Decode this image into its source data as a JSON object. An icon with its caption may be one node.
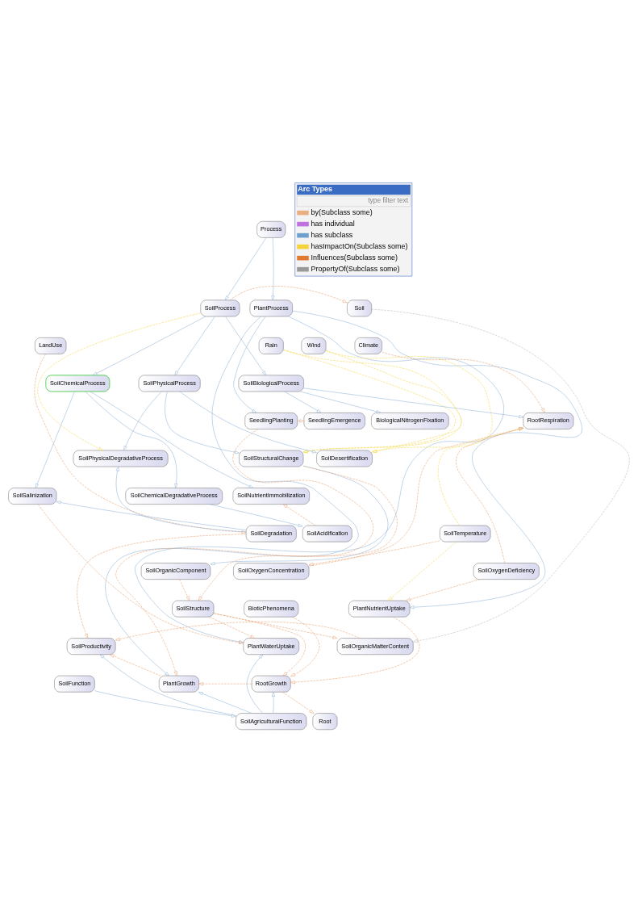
{
  "diagram": {
    "nodes": [
      {
        "text": [
          "Process"
        ]
      },
      {
        "text": [
          "PlantProcess"
        ]
      },
      {
        "text": [
          "SoilProcess"
        ]
      },
      {
        "text": [
          "Soil"
        ]
      },
      {
        "text": [
          "Rain"
        ]
      },
      {
        "text": [
          "Wind"
        ]
      },
      {
        "text": [
          "Climate"
        ]
      },
      {
        "text": [
          "SoilBiologicalProcess"
        ]
      },
      {
        "text": [
          "SoilPhysicalProcess"
        ]
      },
      {
        "text": [
          "SoilChemicalProcess"
        ]
      },
      {
        "text": [
          "SeedlingPlanting"
        ]
      },
      {
        "text": [
          "SeedlingEmergence"
        ]
      },
      {
        "text": [
          "BiologicalNitrogenFixation"
        ]
      },
      {
        "text": [
          "RootRespiration"
        ]
      },
      {
        "text": [
          "SoilStructuralChange"
        ]
      },
      {
        "text": [
          "SoilDesertification"
        ]
      },
      {
        "text": [
          "SoilPhysicalDegradativeProcess"
        ]
      },
      {
        "text": [
          "SoilNutrientImmobilization"
        ]
      },
      {
        "text": [
          "SoilSalinization"
        ]
      },
      {
        "text": [
          "SoilChemicalDegradativeProcess"
        ]
      },
      {
        "text": [
          "LandUse"
        ]
      },
      {
        "text": [
          "SoilTemperature"
        ]
      },
      {
        "text": [
          "SoilOxygenConcentration"
        ]
      },
      {
        "text": [
          "SoilOrganicComponent"
        ]
      },
      {
        "text": [
          "SoilDegradation"
        ]
      },
      {
        "text": [
          "SoilAcidification"
        ]
      },
      {
        "text": [
          "SoilOxygenDeficiency"
        ]
      },
      {
        "text": [
          "BioticPhenomena"
        ]
      },
      {
        "text": [
          "PlantNutrientUptake"
        ]
      },
      {
        "text": [
          "SoilStructure"
        ]
      },
      {
        "text": [
          "PlantWaterUptake"
        ]
      },
      {
        "text": [
          "SoilProductivity"
        ]
      },
      {
        "text": [
          "SoilOrganicMatterContent"
        ]
      },
      {
        "text": [
          "RootGrowth"
        ]
      },
      {
        "text": [
          "PlantGrowth"
        ]
      },
      {
        "text": [
          "SoilAgriculturalFunction"
        ]
      },
      {
        "text": [
          "SoilFunction"
        ]
      },
      {
        "text": [
          "Root"
        ]
      }
    ],
    "edges": [
      {
        "from": 0,
        "to": 1,
        "arrow": "to",
        "color": "#8fb4d6"
      },
      {
        "from": 0,
        "to": 2,
        "arrow": "to",
        "color": "#8fb4d6"
      },
      {
        "from": 2,
        "to": 3,
        "arrow": "to",
        "style": "dashed",
        "color": "#e8a070"
      },
      {
        "from": 2,
        "to": 7,
        "arrow": "to",
        "color": "#8fb4d6"
      },
      {
        "from": 2,
        "to": 8,
        "arrow": "to",
        "color": "#8fb4d6"
      },
      {
        "from": 2,
        "to": 9,
        "arrow": "to",
        "color": "#8fb4d6"
      },
      {
        "from": 1,
        "to": 10,
        "arrow": "to",
        "color": "#8fb4d6"
      },
      {
        "from": 1,
        "to": 34,
        "arrow": "to",
        "color": "#8fb4d6"
      },
      {
        "from": 1,
        "to": 30,
        "arrow": "to",
        "color": "#8fb4d6"
      },
      {
        "from": 1,
        "to": 28,
        "arrow": "to",
        "color": "#8fb4d6"
      },
      {
        "from": 7,
        "to": 11,
        "arrow": "to",
        "color": "#8fb4d6"
      },
      {
        "from": 7,
        "to": 12,
        "arrow": "to",
        "color": "#8fb4d6"
      },
      {
        "from": 7,
        "to": 13,
        "arrow": "to",
        "color": "#8fb4d6"
      },
      {
        "from": 8,
        "to": 14,
        "arrow": "to",
        "color": "#8fb4d6"
      },
      {
        "from": 8,
        "to": 15,
        "arrow": "to",
        "color": "#8fb4d6"
      },
      {
        "from": 8,
        "to": 16,
        "arrow": "to",
        "color": "#8fb4d6"
      },
      {
        "from": 9,
        "to": 17,
        "arrow": "to",
        "color": "#8fb4d6"
      },
      {
        "from": 9,
        "to": 18,
        "arrow": "to",
        "color": "#8fb4d6"
      },
      {
        "from": 9,
        "to": 19,
        "arrow": "to",
        "color": "#8fb4d6"
      },
      {
        "from": 19,
        "to": 25,
        "arrow": "to",
        "color": "#8fb4d6"
      },
      {
        "from": 24,
        "to": 16,
        "arrow": "to",
        "color": "#8fb4d6"
      },
      {
        "from": 24,
        "to": 18,
        "arrow": "to",
        "color": "#8fb4d6"
      },
      {
        "from": 14,
        "to": 23,
        "arrow": "to",
        "color": "#8fb4d6"
      },
      {
        "from": 36,
        "to": 35,
        "arrow": "to",
        "color": "#8fb4d6"
      },
      {
        "from": 35,
        "to": 30,
        "arrow": "to",
        "color": "#8fb4d6"
      },
      {
        "from": 35,
        "to": 31,
        "arrow": "to",
        "color": "#8fb4d6"
      },
      {
        "from": 35,
        "to": 34,
        "arrow": "to",
        "color": "#8fb4d6"
      },
      {
        "from": 35,
        "to": 33,
        "arrow": "to",
        "color": "#8fb4d6"
      },
      {
        "from": 3,
        "to": 32,
        "arrow": "to",
        "style": "dashed",
        "color": "#bbbbbb"
      },
      {
        "from": 4,
        "to": 14,
        "arrow": "to",
        "style": "dashed",
        "color": "#f5d84a"
      },
      {
        "from": 4,
        "to": 15,
        "arrow": "to",
        "style": "dashed",
        "color": "#f5d84a"
      },
      {
        "from": 5,
        "to": 14,
        "arrow": "to",
        "style": "dashed",
        "color": "#f5d84a"
      },
      {
        "from": 5,
        "to": 15,
        "arrow": "to",
        "style": "dashed",
        "color": "#f5d84a"
      },
      {
        "from": 2,
        "to": 16,
        "arrow": "to",
        "style": "dashed",
        "color": "#f5d84a"
      },
      {
        "from": 21,
        "to": 13,
        "arrow": "to",
        "style": "dashed",
        "color": "#f5d84a"
      },
      {
        "from": 21,
        "to": 28,
        "arrow": "to",
        "style": "dashed",
        "color": "#f5d84a"
      },
      {
        "from": 6,
        "to": 13,
        "arrow": "to",
        "style": "dashed",
        "color": "#e8a070"
      },
      {
        "from": 10,
        "to": 11,
        "arrow": "to",
        "style": "dashed",
        "color": "#e8a070"
      },
      {
        "from": 10,
        "to": 34,
        "arrow": "to",
        "style": "dashed",
        "color": "#e8a070"
      },
      {
        "from": 20,
        "to": 24,
        "arrow": "to",
        "style": "dashed",
        "color": "#e8a070"
      },
      {
        "from": 21,
        "to": 22,
        "arrow": "to",
        "style": "dashed",
        "color": "#e8a070"
      },
      {
        "from": 22,
        "to": 13,
        "arrow": "to",
        "style": "dashed",
        "color": "#e8a070"
      },
      {
        "from": 26,
        "to": 28,
        "arrow": "to",
        "style": "dashed",
        "color": "#e8a070"
      },
      {
        "from": 26,
        "to": 13,
        "arrow": "to",
        "style": "dashed",
        "color": "#e8a070"
      },
      {
        "from": 25,
        "to": 17,
        "arrow": "to",
        "style": "dashed",
        "color": "#e8a070"
      },
      {
        "from": 14,
        "to": 29,
        "arrow": "to",
        "style": "dashed",
        "color": "#e8a070"
      },
      {
        "from": 23,
        "to": 29,
        "arrow": "to",
        "style": "dashed",
        "color": "#e8a070"
      },
      {
        "from": 29,
        "to": 30,
        "arrow": "to",
        "style": "dashed",
        "color": "#e8a070"
      },
      {
        "from": 29,
        "to": 32,
        "arrow": "to",
        "style": "dashed",
        "color": "#e8a070"
      },
      {
        "from": 29,
        "to": 33,
        "arrow": "to",
        "style": "dashed",
        "color": "#e8a070"
      },
      {
        "from": 18,
        "to": 30,
        "arrow": "to",
        "style": "dashed",
        "color": "#e8a070"
      },
      {
        "from": 24,
        "to": 31,
        "arrow": "to",
        "style": "dashed",
        "color": "#e8a070"
      },
      {
        "from": 32,
        "to": 31,
        "arrow": "to",
        "style": "dashed",
        "color": "#e8a070"
      },
      {
        "from": 27,
        "to": 33,
        "arrow": "to",
        "style": "dashed",
        "color": "#e8a070"
      },
      {
        "from": 28,
        "to": 33,
        "arrow": "to",
        "style": "dashed",
        "color": "#e8a070"
      },
      {
        "from": 33,
        "to": 34,
        "arrow": "to",
        "style": "dashed",
        "color": "#e8a070"
      },
      {
        "from": 34,
        "to": 31,
        "arrow": "to",
        "style": "dashed",
        "color": "#e8a070"
      },
      {
        "from": 33,
        "to": 37,
        "arrow": "to",
        "style": "dashed",
        "color": "#e8a070"
      }
    ],
    "labels": [
      "Arc Types",
      "type filter text"
    ],
    "legend": [
      {
        "text": "by(Subclass some)",
        "color": "#e8b080"
      },
      {
        "text": "has individual",
        "color": "#c070e0"
      },
      {
        "text": "has subclass",
        "color": "#6f9fcf"
      },
      {
        "text": "hasImpactOn(Subclass some)",
        "color": "#f5d33a"
      },
      {
        "text": "Influences(Subclass some)",
        "color": "#e07b30"
      },
      {
        "text": "PropertyOf(Subclass some)",
        "color": "#999999"
      }
    ]
  }
}
